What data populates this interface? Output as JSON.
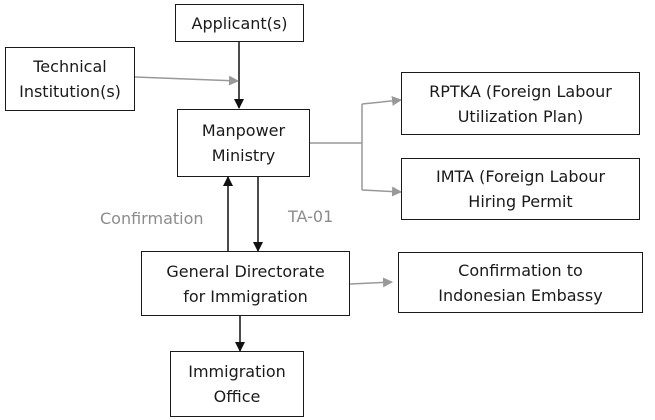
{
  "nodes": {
    "applicants": "Applicant(s)",
    "technical": "Technical\nInstitution(s)",
    "manpower": "Manpower\nMinistry",
    "rptka": "RPTKA (Foreign Labour\nUtilization Plan)",
    "imta": "IMTA (Foreign Labour\nHiring Permit",
    "immigration_directorate": "General Directorate\nfor Immigration",
    "embassy": "Confirmation to\nIndonesian Embassy",
    "immigration_office": "Immigration\nOffice"
  },
  "edge_labels": {
    "confirmation": "Confirmation",
    "ta01": "TA-01"
  },
  "colors": {
    "box_border": "#1a1a1a",
    "dark_arrow": "#111111",
    "gray_arrow": "#999999",
    "gray_text": "#8c8c8c"
  }
}
